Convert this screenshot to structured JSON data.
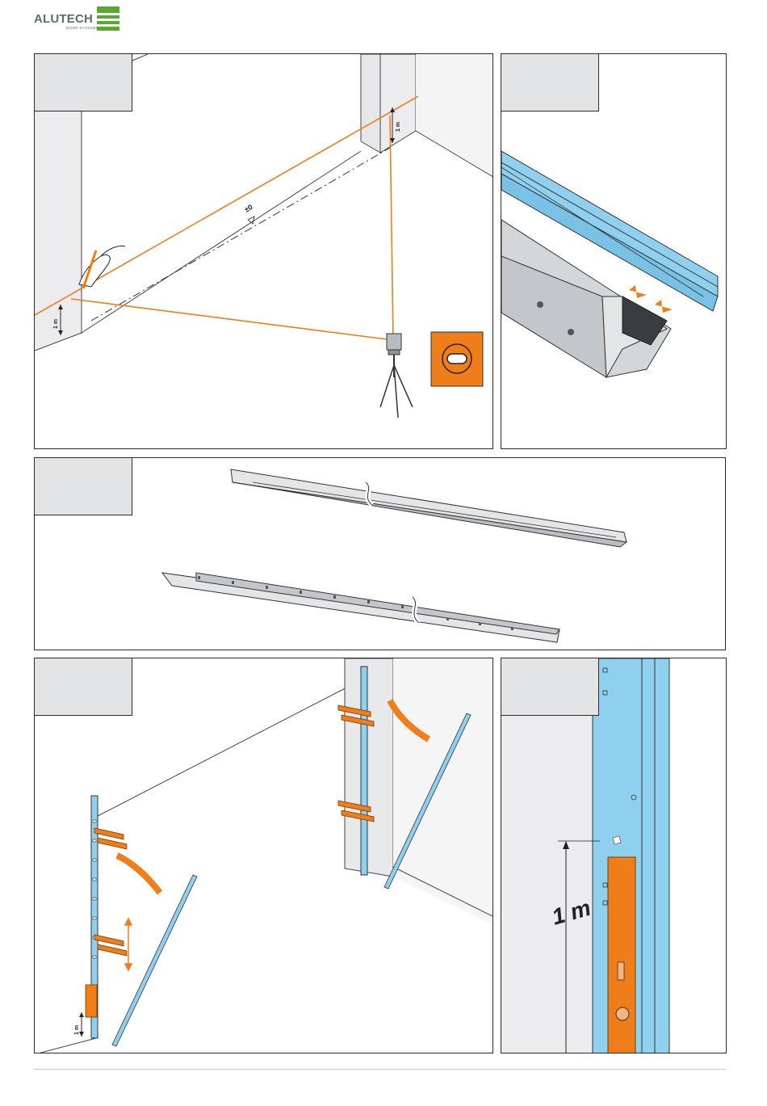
{
  "header": {
    "brand": "ALUTECH",
    "brand_sub": "DOOR SYSTEMS",
    "brand_colors": [
      "#6ab04c",
      "#8cc63f",
      "#4a9a3a"
    ]
  },
  "colors": {
    "laser": "#ee7d1a",
    "rail": "#8fd0ef",
    "wall": "#ececee",
    "tab": "#e1e3e5"
  },
  "panel1": {
    "level_label": "±0",
    "height_left": "1 m",
    "height_right": "1 m"
  },
  "panel4": {
    "height_label": "1 m"
  },
  "panel5": {
    "height_label": "1 m"
  }
}
